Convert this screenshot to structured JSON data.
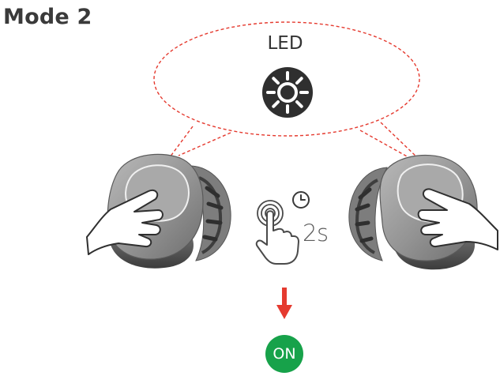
{
  "heading": "Mode 2",
  "led_label": "LED",
  "duration_label": "2s",
  "state_label": "ON",
  "colors": {
    "text": "#3a3a3a",
    "dashed_outline": "#e53a2f",
    "arrow": "#e53a2f",
    "on_badge": "#17a24a",
    "earbud_body": "#8c8c8c",
    "earbud_dark": "#4a4a4a"
  },
  "icons": [
    "led-light-icon",
    "hand-press-icon",
    "clock-icon",
    "down-arrow-icon"
  ]
}
